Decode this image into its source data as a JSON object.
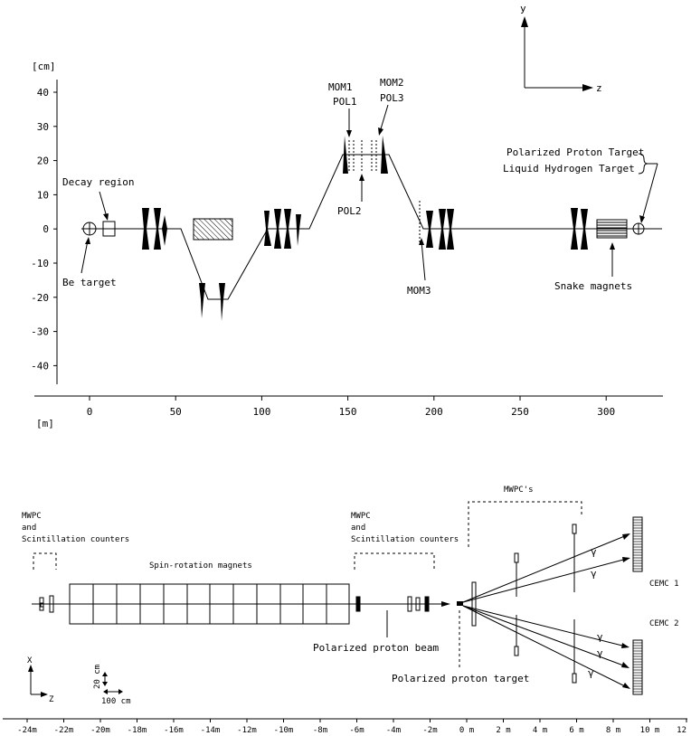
{
  "top": {
    "y_unit": "[cm]",
    "x_unit": "[m]",
    "y_ticks": [
      "40",
      "30",
      "20",
      "10",
      "0",
      "-10",
      "-20",
      "-30",
      "-40"
    ],
    "x_ticks": [
      "0",
      "50",
      "100",
      "150",
      "200",
      "250",
      "300"
    ],
    "axis_y": "y",
    "axis_z": "z",
    "labels": {
      "mom1": "MOM1",
      "pol1": "POL1",
      "mom2": "MOM2",
      "pol3": "POL3",
      "pol2": "POL2",
      "mom3": "MOM3",
      "decay": "Decay region",
      "be_target": "Be target",
      "snake": "Snake magnets",
      "ppt": "Polarized Proton Target",
      "lht": "Liquid Hydrogen Target"
    }
  },
  "bottom": {
    "x_ticks": [
      "-24m",
      "-22m",
      "-20m",
      "-18m",
      "-16m",
      "-14m",
      "-12m",
      "-10m",
      "-8m",
      "-6m",
      "-4m",
      "-2m",
      "0 m",
      "2 m",
      "4 m",
      "6 m",
      "8 m",
      "10 m",
      "12 m"
    ],
    "labels": {
      "mwpc_left_1": "MWPC",
      "mwpc_left_2": "and",
      "mwpc_left_3": "Scintillation counters",
      "spin_rot": "Spin-rotation magnets",
      "mwpc_mid_1": "MWPC",
      "mwpc_mid_2": "and",
      "mwpc_mid_3": "Scintillation counters",
      "mwpcs": "MWPC's",
      "cemc1": "CEMC 1",
      "cemc2": "CEMC 2",
      "beam": "Polarized proton beam",
      "target": "Polarized proton target",
      "gamma": "γ",
      "axis_x": "X",
      "axis_z": "Z",
      "scale_20": "20 cm",
      "scale_100": "100 cm"
    }
  }
}
